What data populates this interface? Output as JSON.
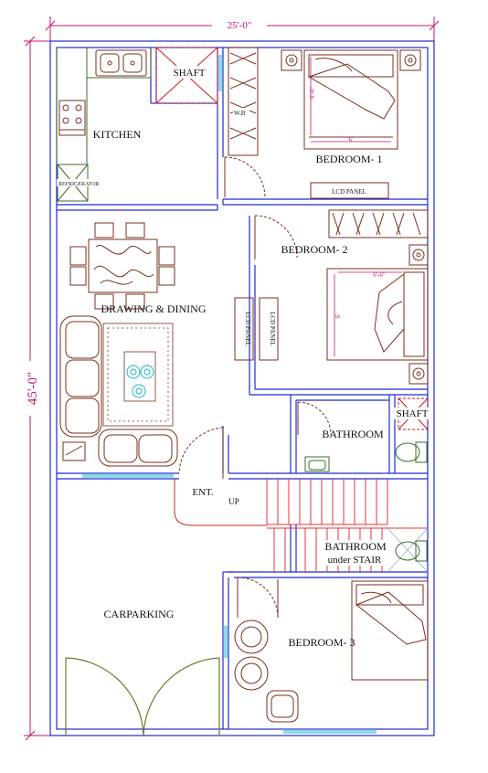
{
  "dimensions": {
    "width": "25'-0\"",
    "height": "45'-0\""
  },
  "rooms": {
    "kitchen": "KITCHEN",
    "shaft_top": "SHAFT",
    "bedroom1": "BEDROOM- 1",
    "bedroom2": "BEDROOM- 2",
    "drawing_dining": "DRAWING & DINING",
    "bathroom": "BATHROOM",
    "shaft_right": "SHAFT",
    "entrance": "ENT.",
    "up": "UP",
    "bathroom_stair_1": "BATHROOM",
    "bathroom_stair_2": "under STAIR",
    "carparking": "CARPARKING",
    "bedroom3": "BEDROOM- 3"
  },
  "fixtures": {
    "refrigerator": "REFRIGERATOR",
    "wardrobe": "W.B",
    "lcd_panel_b1": "LCD PANEL",
    "lcd_panel_b2a": "LCD PANEL",
    "lcd_panel_b2b": "LCD PANEL"
  },
  "bed_sizes": {
    "b1_w": "6'",
    "b1_l": "6'-6\"",
    "b2_w": "6'-6\"",
    "b2_l": "6'"
  },
  "colors": {
    "wall": "#1f2bd6",
    "furniture": "#7a2f1e",
    "dimension": "#c4146e",
    "shaft": "#d31a1a",
    "glass": "#18b6c8",
    "tile": "#3d6b2a",
    "stair": "#e0373a"
  }
}
